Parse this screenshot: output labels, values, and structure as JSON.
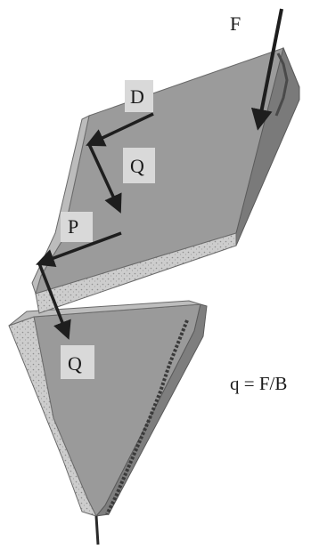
{
  "labels": {
    "F": "F",
    "D": "D",
    "Q_upper": "Q",
    "P": "P",
    "Q_lower": "Q"
  },
  "equation": "q = F/B",
  "colors": {
    "plate_face": "#9a9a9a",
    "plate_side": "#7e7e7e",
    "plate_edge_light": "#cfcfcf",
    "label_box": "#d9d9d9",
    "arrow": "#1e1e1e",
    "text": "#1a1a1a"
  }
}
